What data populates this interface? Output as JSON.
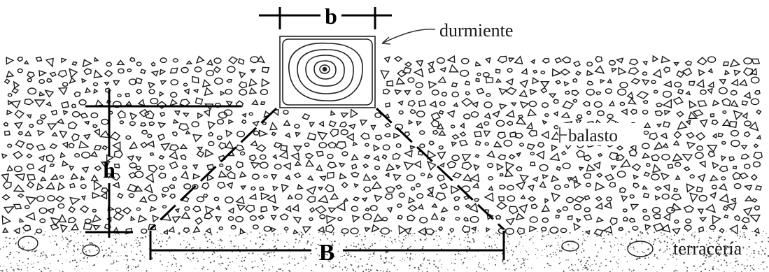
{
  "labels": {
    "b": "b",
    "h": "h",
    "B": "B",
    "durmiente": "durmiente",
    "balasto": "balasto",
    "terraceria": "terracería"
  },
  "colors": {
    "ink": "#1a1a1a",
    "dimension": "#000000",
    "background": "#ffffff"
  },
  "icons": {
    "tie_section": "durmiente-cross-section",
    "stones": "ballast-stone-outlines",
    "subgrade": "stippled-terraceria"
  }
}
